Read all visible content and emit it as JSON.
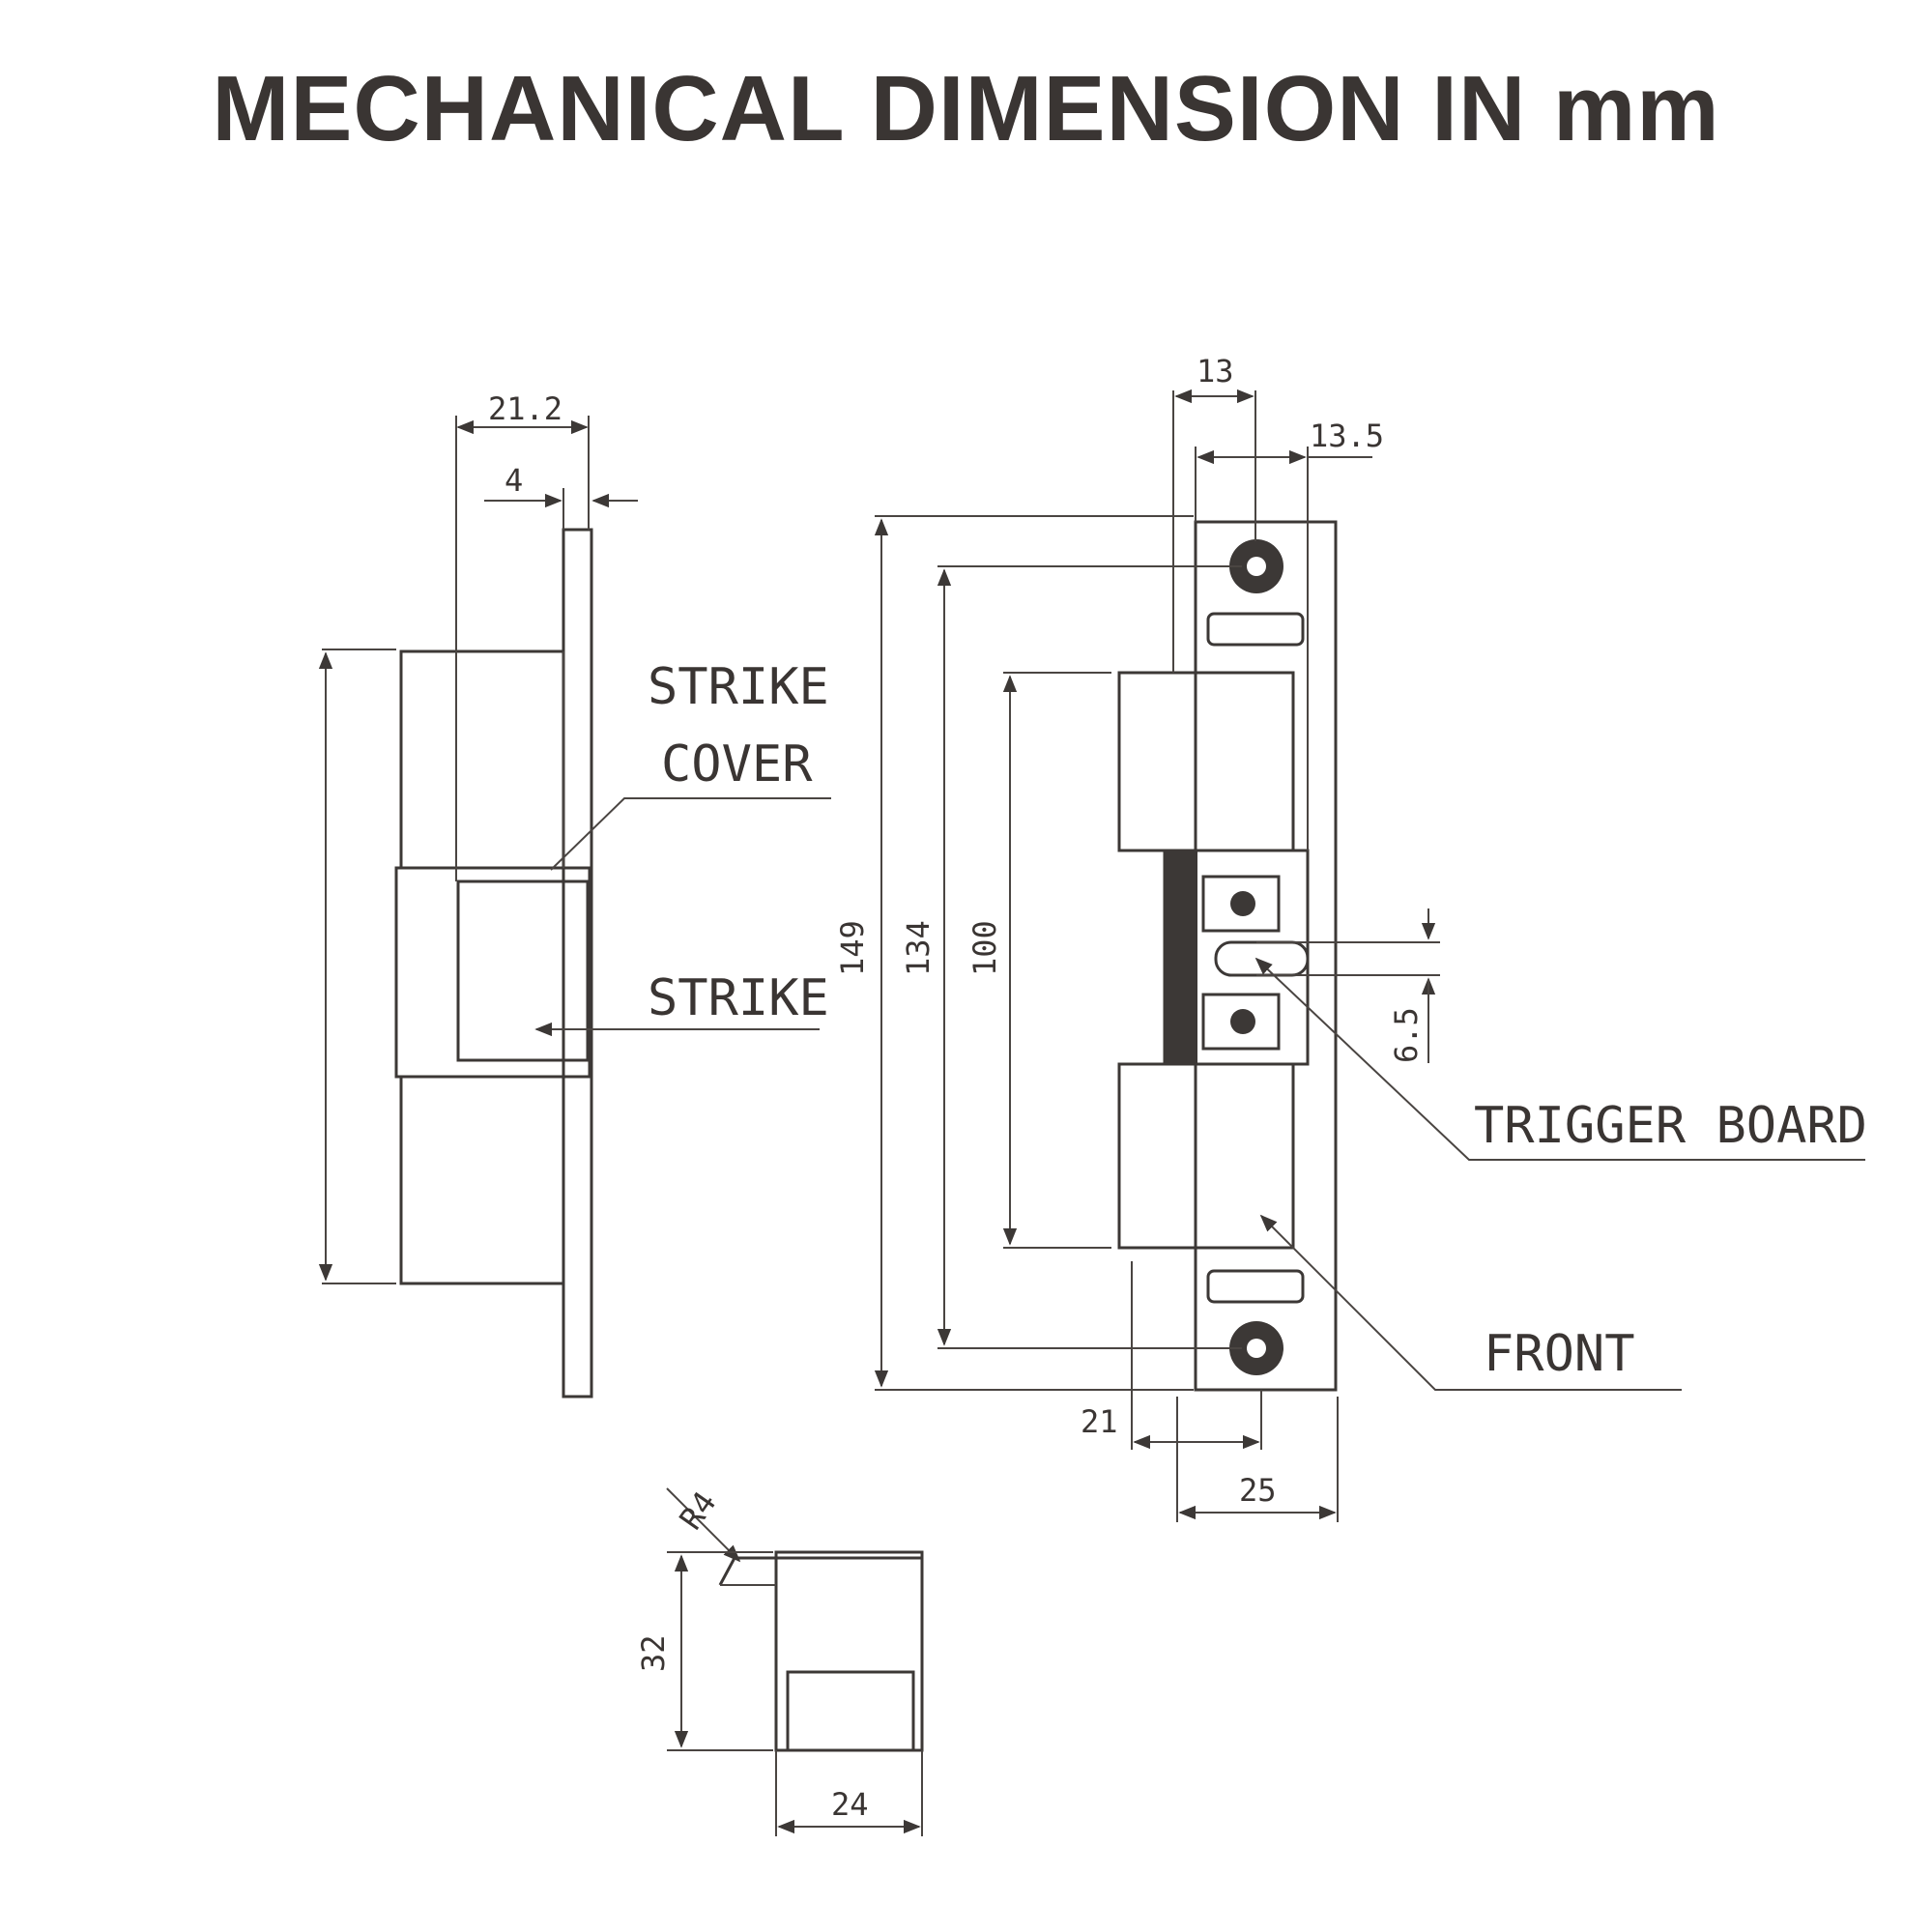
{
  "title": "MECHANICAL DIMENSION IN mm",
  "labels": {
    "strike_cover_1": "STRIKE",
    "strike_cover_2": "COVER",
    "strike": "STRIKE",
    "trigger_board": "TRIGGER BOARD",
    "front": "FRONT"
  },
  "dimensions": {
    "d_21_2": "21.2",
    "d_4": "4",
    "d_13": "13",
    "d_13_5": "13.5",
    "d_149": "149",
    "d_134": "134",
    "d_100": "100",
    "d_6_5": "6.5",
    "d_21": "21",
    "d_25": "25",
    "d_r4": "R4",
    "d_32": "32",
    "d_24": "24"
  },
  "colors": {
    "line": "#3c3836",
    "text": "#3a3533",
    "background": "#ffffff"
  }
}
